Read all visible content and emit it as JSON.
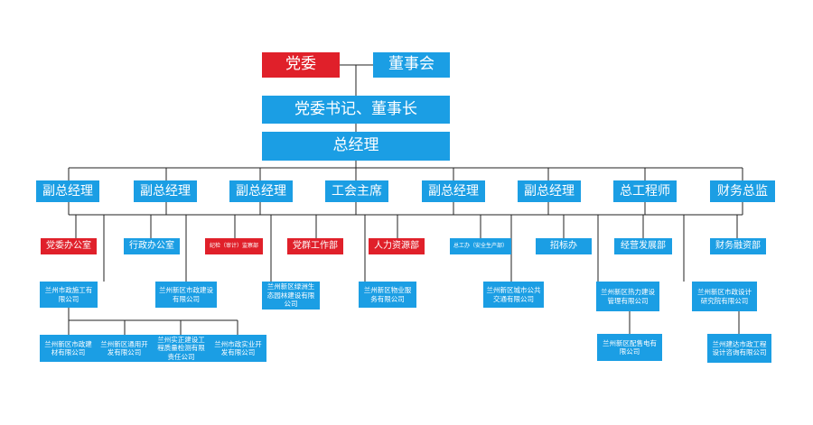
{
  "top": {
    "party_committee": "党委",
    "board": "董事会",
    "secretary_chairman": "党委书记、董事长",
    "general_manager": "总经理"
  },
  "executives": [
    "副总经理",
    "副总经理",
    "副总经理",
    "工会主席",
    "副总经理",
    "副总经理",
    "总工程师",
    "财务总监"
  ],
  "departments": {
    "party_office": "党委办公室",
    "admin_office": "行政办公室",
    "discipline_audit": "纪检（审计）监察部",
    "party_mass_work": "党群工作部",
    "hr": "人力资源部",
    "safety": "总工办（安全生产部）",
    "tender": "招标办",
    "operations_dev": "经营发展部",
    "finance": "财务融资部"
  },
  "companies": {
    "lanzhou_municipal": "兰州市政施工有限公司",
    "xinqu_municipal": "兰州新区市政建设有限公司",
    "eco_garden": "兰州新区绿洲生态园林建设有限公司",
    "property": "兰州新区物业服务有限公司",
    "public_transport": "兰州新区城市公共交通有限公司",
    "power_construction": "兰州新区热力建设管理有限公司",
    "design_institute": "兰州新区市政设计研究院有限公司",
    "building_materials": "兰州新区市政建材有限公司",
    "trans_dev": "兰州新区通用开发有限公司",
    "supervision": "兰州实正建设工程质量检测有限责任公司",
    "energy_dev": "兰州市政实业开发有限公司",
    "distribution": "兰州新区配售电有限公司",
    "engineering_design": "兰州建达市政工程设计咨询有限公司"
  }
}
